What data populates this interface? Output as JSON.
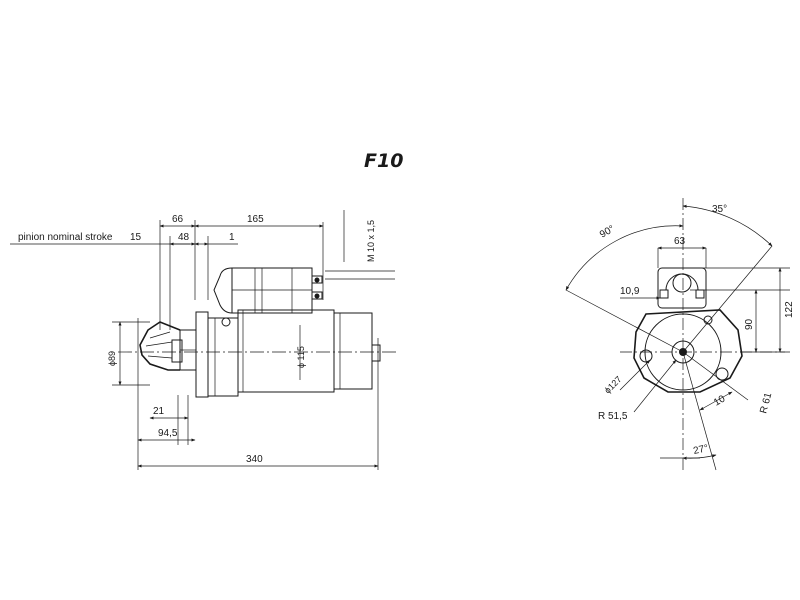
{
  "title": "F10",
  "side_view": {
    "note": "pinion nominal stroke",
    "note_value": "15",
    "dims": {
      "d66": "66",
      "d165": "165",
      "d48": "48",
      "d1": "1",
      "thread": "M 10 x 1,5",
      "dia89": "ϕ89",
      "dia115": "ϕ 115",
      "d21": "21",
      "d94": "94,5",
      "d340": "340"
    }
  },
  "end_view": {
    "dims": {
      "a35": "35°",
      "a90": "90°",
      "d63": "63",
      "d109": "10,9",
      "d122": "122",
      "d90": "90",
      "dia127": "ϕ127",
      "r515": "R 51,5",
      "d10": "10",
      "r61": "R 61",
      "a27": "27°"
    }
  }
}
